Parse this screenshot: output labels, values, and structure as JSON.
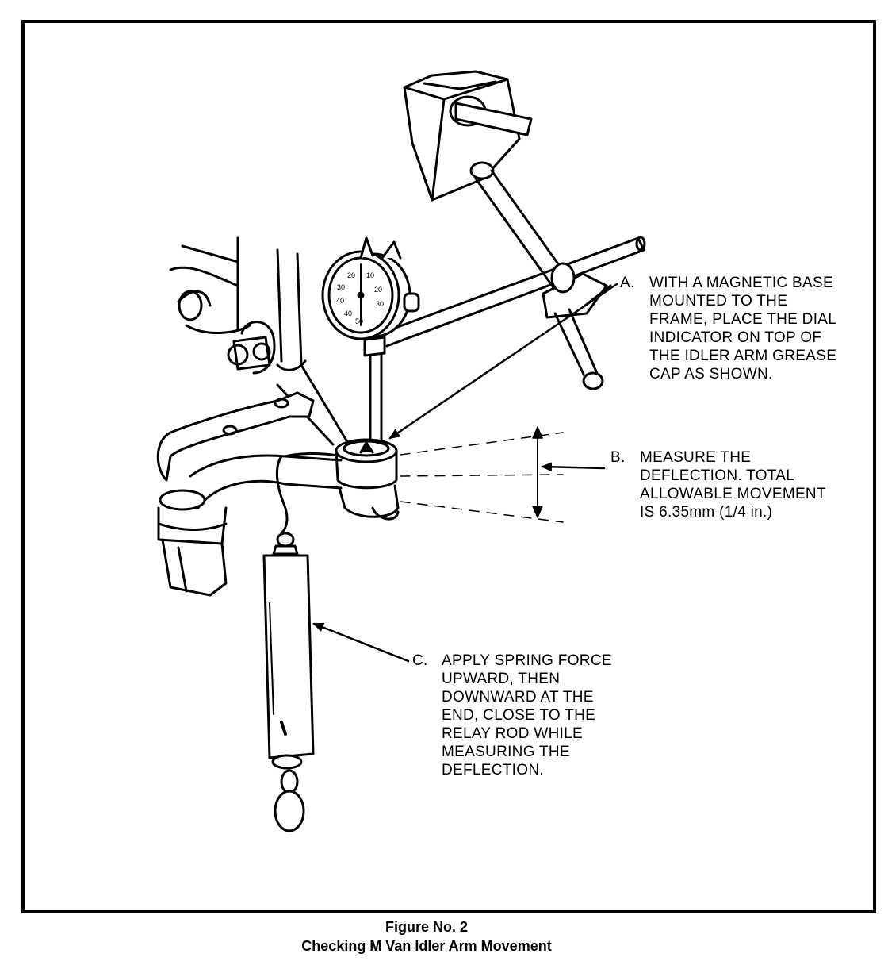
{
  "callouts": [
    {
      "letter": "A.",
      "text": "WITH A MAGNETIC BASE\nMOUNTED TO THE\nFRAME, PLACE THE DIAL\nINDICATOR ON TOP OF\nTHE IDLER ARM GREASE\nCAP AS SHOWN."
    },
    {
      "letter": "B.",
      "text": "MEASURE THE\nDEFLECTION. TOTAL\nALLOWABLE MOVEMENT\nIS 6.35mm (1/4 in.)"
    },
    {
      "letter": "C.",
      "text": "APPLY SPRING FORCE\nUPWARD, THEN\nDOWNWARD AT THE\nEND, CLOSE TO THE\nRELAY ROD WHILE\nMEASURING THE\nDEFLECTION."
    }
  ],
  "dial": {
    "labels": [
      "20",
      "10",
      "30",
      "20",
      "40",
      "30",
      "40",
      "50"
    ]
  },
  "caption": {
    "number": "Figure No. 2",
    "title": "Checking M Van Idler Arm Movement"
  }
}
